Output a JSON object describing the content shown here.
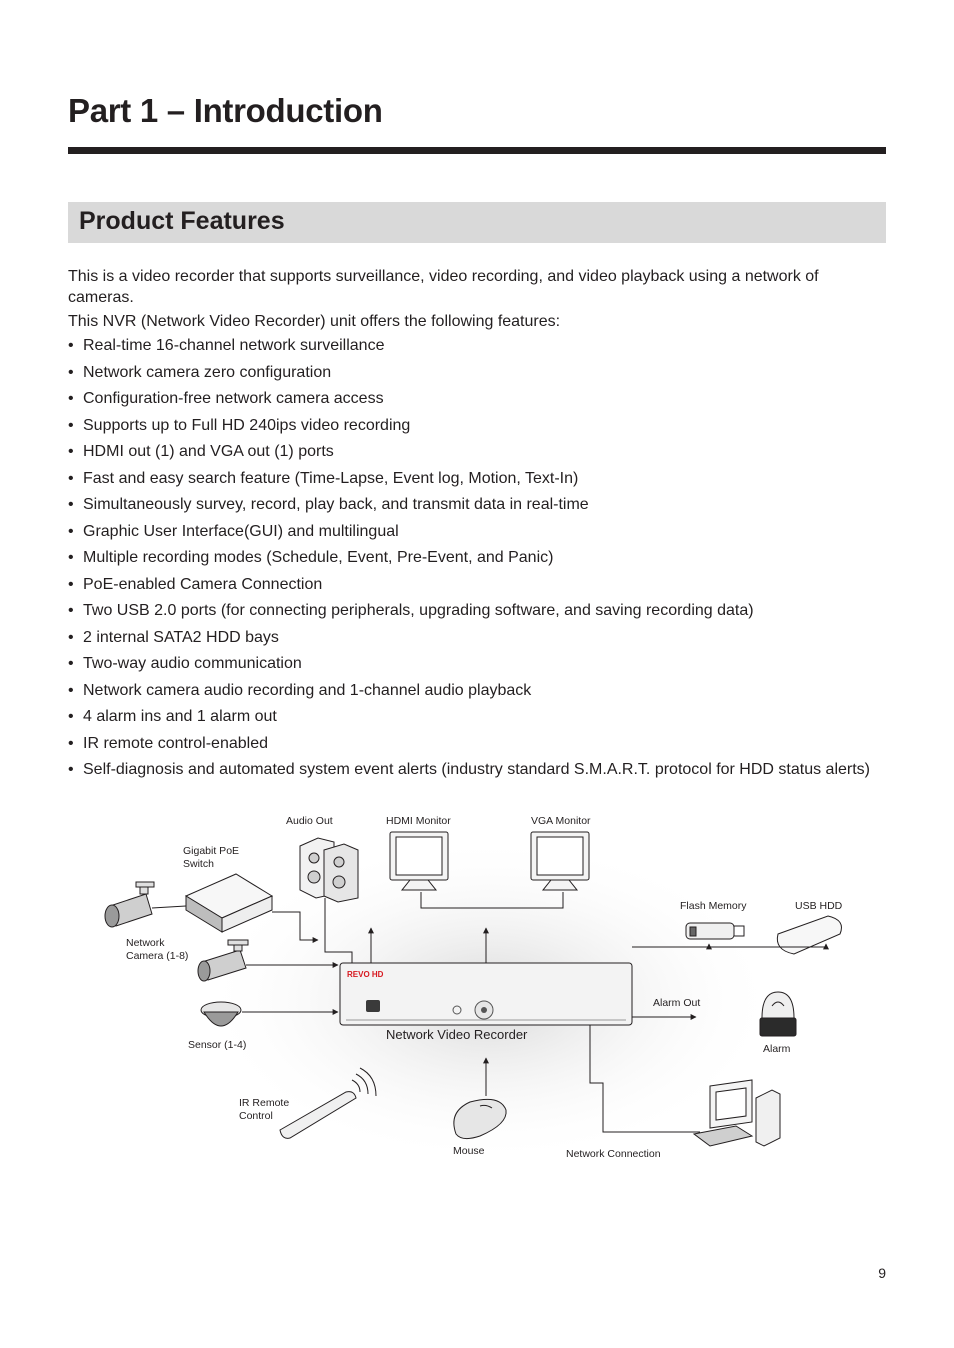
{
  "header": {
    "part_title": "Part 1 – Introduction",
    "section_title": "Product Features"
  },
  "intro": {
    "paragraph1": "This is a video recorder that supports surveillance, video recording, and video playback using a network of cameras.",
    "paragraph2": "This NVR (Network Video Recorder) unit offers the following features:"
  },
  "features": [
    "Real-time 16-channel network surveillance",
    "Network camera zero configuration",
    "Configuration-free network camera access",
    "Supports up to Full HD 240ips video recording",
    "HDMI out (1) and VGA out (1) ports",
    "Fast and easy search feature (Time-Lapse, Event log, Motion, Text-In)",
    "Simultaneously survey, record, play back, and transmit data in real-time",
    "Graphic User Interface(GUI) and multilingual",
    "Multiple recording modes (Schedule, Event, Pre-Event, and Panic)",
    "PoE-enabled Camera Connection",
    "Two USB 2.0 ports (for connecting peripherals, upgrading software, and saving recording data)",
    "2 internal SATA2 HDD bays",
    "Two-way audio communication",
    "Network camera audio recording and 1-channel audio playback",
    "4 alarm ins and 1 alarm out",
    "IR remote control-enabled",
    "Self-diagnosis and automated system event alerts (industry standard S.M.A.R.T. protocol for HDD status alerts)"
  ],
  "diagram": {
    "audio_out": "Audio Out",
    "hdmi_monitor": "HDMI Monitor",
    "vga_monitor": "VGA Monitor",
    "poe_switch_line1": "Gigabit PoE",
    "poe_switch_line2": "Switch",
    "network_camera_line1": "Network",
    "network_camera_line2": "Camera (1-8)",
    "flash_memory": "Flash Memory",
    "usb_hdd": "USB HDD",
    "brand_logo": "REVO HD",
    "alarm_out": "Alarm Out",
    "sensor": "Sensor (1-4)",
    "nvr": "Network Video Recorder",
    "alarm": "Alarm",
    "ir_remote_line1": "IR Remote",
    "ir_remote_line2": "Control",
    "mouse": "Mouse",
    "network_connection": "Network Connection"
  },
  "footer": {
    "page_number": "9"
  },
  "colors": {
    "text": "#231f20",
    "section_bar": "#d9d9d9",
    "logo_red": "#d71920"
  }
}
